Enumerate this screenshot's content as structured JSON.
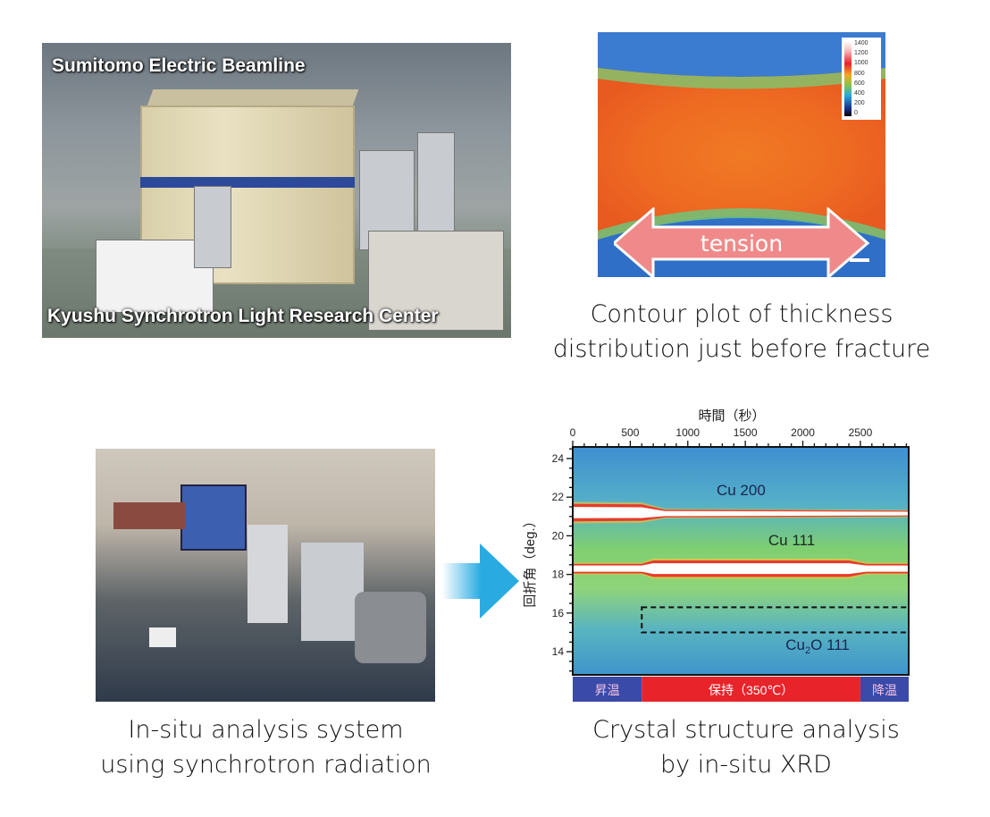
{
  "top_left_photo": {
    "title_top": "Sumitomo Electric Beamline",
    "title_bottom": "Kyushu Synchrotron Light Research Center"
  },
  "contour_plot": {
    "colorbar_labels": [
      "1400",
      "1200",
      "1000",
      "800",
      "600",
      "400",
      "200",
      "0"
    ],
    "arrow_label": "tension",
    "caption_line1": "Contour plot of thickness",
    "caption_line2": "distribution just before fracture"
  },
  "bottom_left_photo": {
    "caption_line1": "In-situ analysis system",
    "caption_line2": "using synchrotron radiation"
  },
  "arrow": {
    "icon": "right-arrow-icon",
    "color": "#29abe2"
  },
  "xrd": {
    "caption_line1": "Crystal structure analysis",
    "caption_line2": "by in-situ XRD"
  },
  "chart_data": {
    "type": "heatmap",
    "xlabel": "時間（秒）",
    "ylabel": "回折角（deg.）",
    "x_ticks": [
      0,
      500,
      1000,
      1500,
      2000,
      2500
    ],
    "y_ticks": [
      14,
      16,
      18,
      20,
      22,
      24
    ],
    "xlim": [
      0,
      2920
    ],
    "ylim": [
      12.8,
      24.6
    ],
    "x_axis_position": "top",
    "peaks": [
      {
        "label": "Cu 200",
        "points": [
          [
            0,
            21.2,
            0.9
          ],
          [
            600,
            21.2,
            0.85
          ],
          [
            800,
            21.15,
            0.4
          ],
          [
            2920,
            21.15,
            0.3
          ]
        ]
      },
      {
        "label": "Cu 111",
        "points": [
          [
            0,
            18.3,
            0.5
          ],
          [
            600,
            18.3,
            0.5
          ],
          [
            700,
            18.3,
            0.85
          ],
          [
            2400,
            18.3,
            0.85
          ],
          [
            2550,
            18.3,
            0.5
          ],
          [
            2920,
            18.3,
            0.5
          ]
        ]
      }
    ],
    "annotation_box": {
      "label_main": "Cu",
      "label_sub": "2",
      "label_rest": "O 111",
      "x": [
        600,
        2920
      ],
      "y": [
        15.0,
        16.3
      ]
    },
    "phases": [
      {
        "label": "昇温",
        "x": [
          0,
          600
        ],
        "color": "#3a4aa8"
      },
      {
        "label": "保持（350℃）",
        "x": [
          600,
          2500
        ],
        "color": "#e8232a"
      },
      {
        "label": "降温",
        "x": [
          2500,
          2920
        ],
        "color": "#3a4aa8"
      }
    ],
    "colors": {
      "background": "#3f8fd0",
      "mid": "#7fcf70",
      "peak_edge": "#e83a2a",
      "peak_core": "#ffffff"
    }
  }
}
